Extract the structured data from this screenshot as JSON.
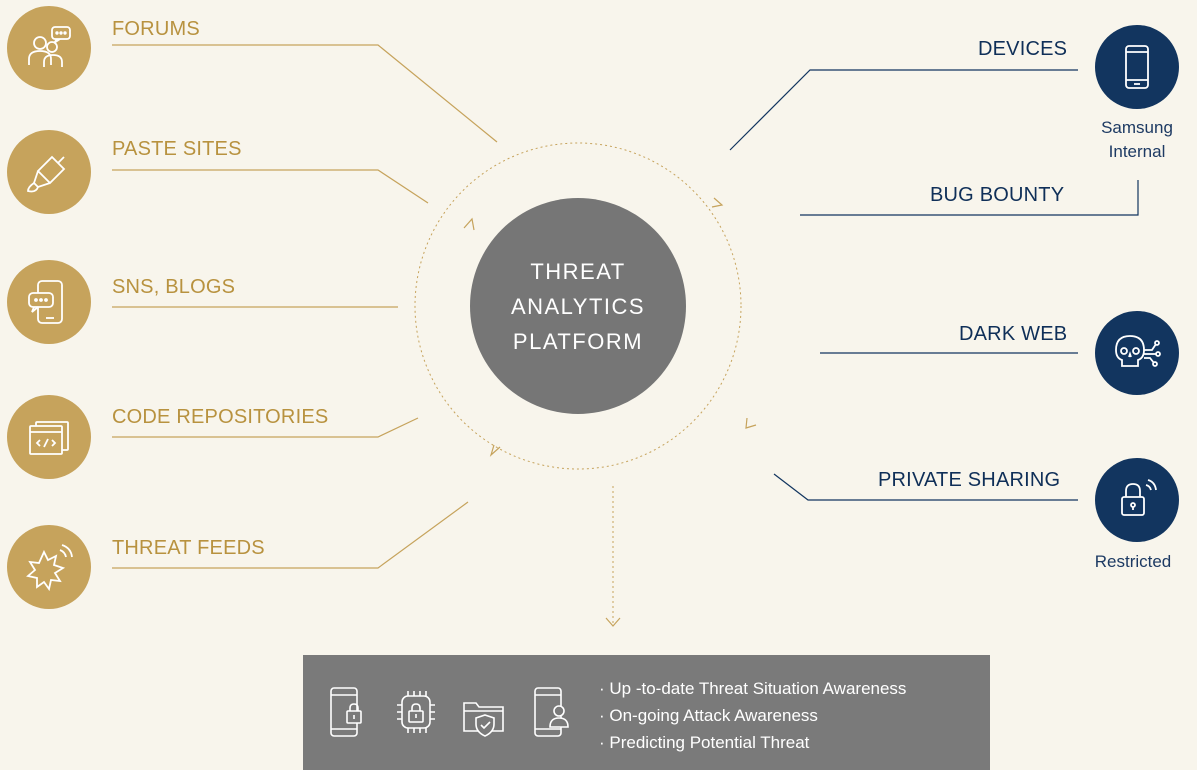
{
  "center": {
    "line1": "THREAT",
    "line2": "ANALYTICS",
    "line3": "PLATFORM"
  },
  "sources_left": [
    {
      "label": "FORUMS",
      "icon": "forum-users-icon"
    },
    {
      "label": "PASTE SITES",
      "icon": "highlighter-icon"
    },
    {
      "label": "SNS, BLOGS",
      "icon": "chat-phone-icon"
    },
    {
      "label": "CODE REPOSITORIES",
      "icon": "code-window-icon"
    },
    {
      "label": "THREAT FEEDS",
      "icon": "burst-signal-icon"
    }
  ],
  "sources_right": [
    {
      "label": "DEVICES",
      "icon": "smartphone-icon"
    },
    {
      "label": "BUG BOUNTY"
    },
    {
      "label": "DARK WEB",
      "icon": "skull-network-icon"
    },
    {
      "label": "PRIVATE SHARING",
      "icon": "lock-signal-icon"
    }
  ],
  "groups": {
    "internal_line1": "Samsung",
    "internal_line2": "Internal",
    "restricted": "Restricted"
  },
  "output": {
    "bullets": [
      "· Up -to-date Threat Situation Awareness",
      "· On-going Attack Awareness",
      "· Predicting Potential Threat"
    ],
    "icons": [
      "phone-lock-icon",
      "chip-lock-icon",
      "folder-shield-icon",
      "phone-user-icon"
    ]
  },
  "colors": {
    "gold": "#c6a35c",
    "navy": "#12355f",
    "center": "#767676",
    "background": "#f8f5ec"
  }
}
